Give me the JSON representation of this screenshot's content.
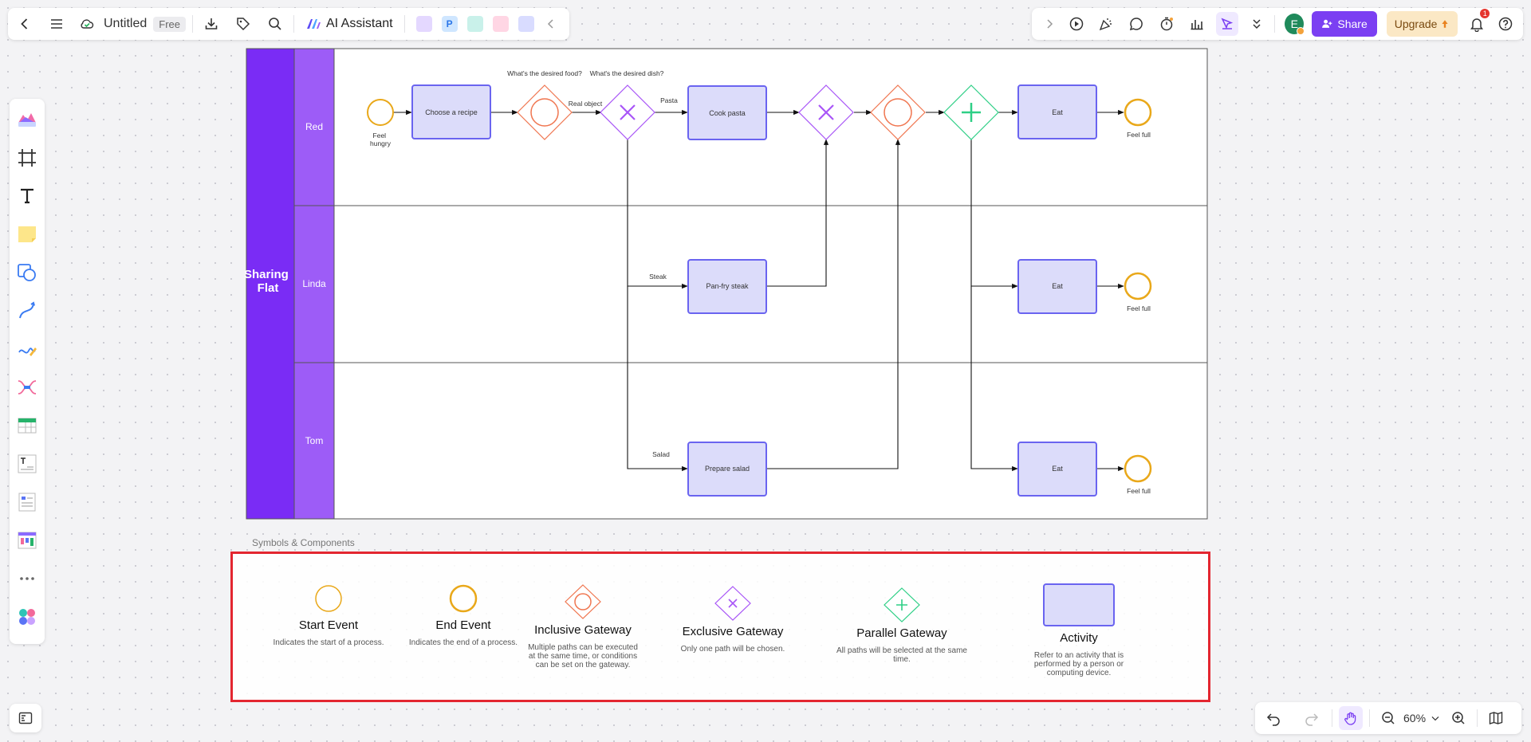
{
  "toolbar": {
    "doc_title": "Untitled",
    "plan_badge": "Free",
    "ai_label": "AI Assistant",
    "share_label": "Share",
    "upgrade_label": "Upgrade",
    "avatar_initial": "E",
    "notification_count": "1"
  },
  "diagram": {
    "pool_title": "Sharing Flat",
    "lanes": [
      "Red",
      "Linda",
      "Tom"
    ],
    "nodes": {
      "start_label": "Feel hungry",
      "choose_recipe": "Choose a recipe",
      "cook_pasta": "Cook pasta",
      "pan_fry_steak": "Pan-fry steak",
      "prepare_salad": "Prepare salad",
      "eat": "Eat",
      "feel_full": "Feel full"
    },
    "annotations": {
      "desired_food": "What's the desired food?",
      "desired_dish": "What's the desired dish?",
      "real_object": "Real object",
      "pasta": "Pasta",
      "steak": "Steak",
      "salad": "Salad"
    }
  },
  "legend": {
    "title": "Symbols & Components",
    "items": [
      {
        "name": "Start Event",
        "desc": "Indicates the start of a process."
      },
      {
        "name": "End Event",
        "desc": "Indicates the end of a process."
      },
      {
        "name": "Inclusive Gateway",
        "desc": "Multiple paths can be executed at the same time, or conditions can be set on the gateway."
      },
      {
        "name": "Exclusive Gateway",
        "desc": "Only one path will be chosen."
      },
      {
        "name": "Parallel Gateway",
        "desc": "All paths will be selected at the same time."
      },
      {
        "name": "Activity",
        "desc": "Refer to an activity that is performed by a person or computing device."
      }
    ]
  },
  "zoom": {
    "level": "60%"
  },
  "colors": {
    "pool": "#7a2cf5",
    "lane": "#9d5cf7",
    "activity_fill": "#dcdcfa",
    "activity_border": "#6a64f0",
    "event": "#e9a81a",
    "inclusive": "#f07650",
    "exclusive": "#a855f7",
    "parallel": "#2ecf86",
    "highlight": "#e32630"
  }
}
